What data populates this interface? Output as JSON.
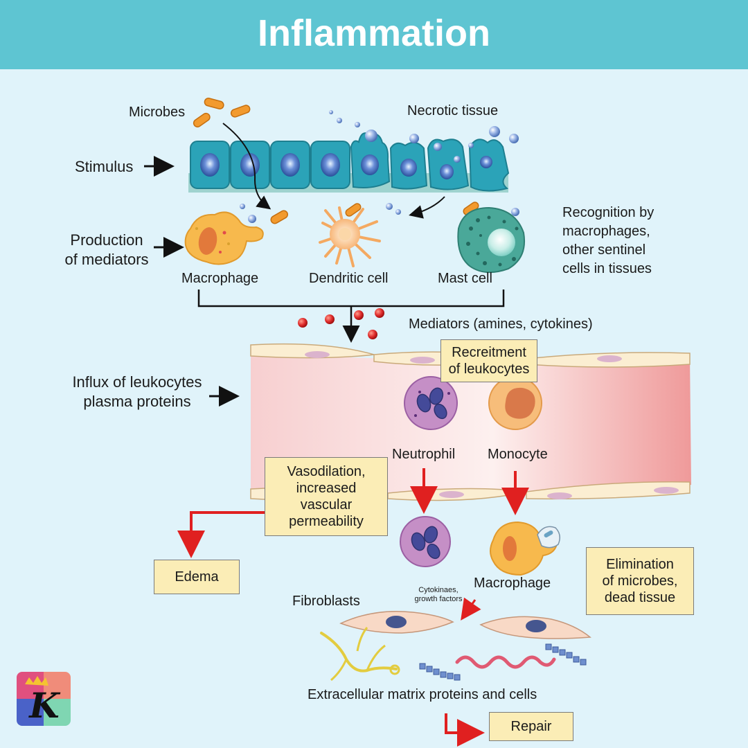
{
  "title": "Inflammation",
  "labels": {
    "microbes": "Microbes",
    "necrotic_tissue": "Necrotic tissue",
    "stimulus": "Stimulus",
    "production_mediators": "Production\nof mediators",
    "macrophage_top": "Macrophage",
    "dendritic_cell": "Dendritic cell",
    "mast_cell": "Mast cell",
    "recognition": "Recognition by\nmacrophages,\nother sentinel\ncells in tissues",
    "mediators": "Mediators (amines, cytokines)",
    "influx": "Influx of leukocytes\nplasma proteins",
    "neutrophil": "Neutrophil",
    "monocyte": "Monocyte",
    "macrophage_bottom": "Macrophage",
    "cytokines": "Cytokinaes,\ngrowth factors",
    "fibroblasts": "Fibroblasts",
    "ecm": "Extracellular matrix proteins and cells"
  },
  "boxes": {
    "recruitment": "Recreitment\nof leukocytes",
    "vasodilation": "Vasodilation,\nincreased\nvascular\npermeability",
    "edema": "Edema",
    "elimination": "Elimination\nof microbes,\ndead tissue",
    "repair": "Repair"
  },
  "logo": {
    "letter": "K"
  },
  "colors": {
    "header": "#5ec5d2",
    "background": "#e0f3fa",
    "box_fill": "#fbedb6",
    "arrow_red": "#e02020",
    "epithelium": "#2ba3b8"
  }
}
